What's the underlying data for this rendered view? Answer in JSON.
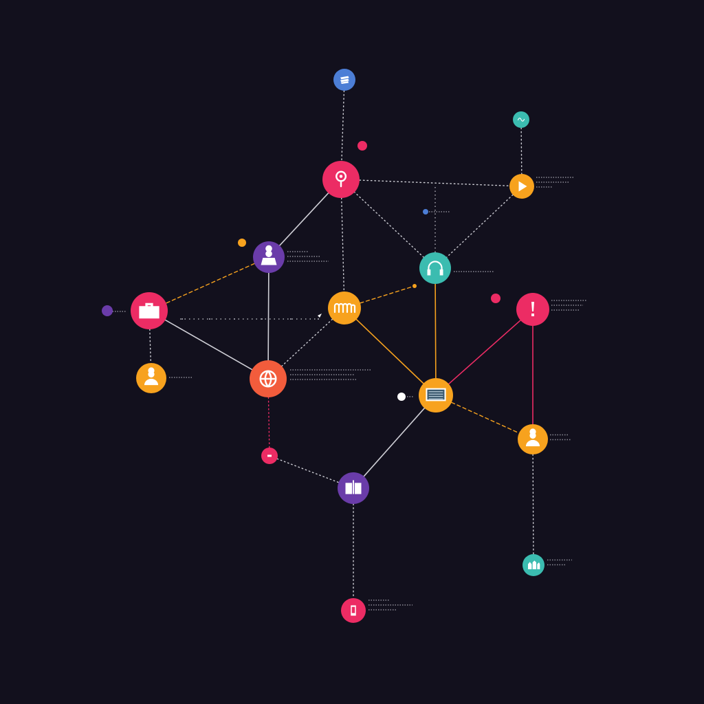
{
  "canvas": {
    "background": "#12101d"
  },
  "palette": {
    "pink": "#ec2c64",
    "orange": "#f7a21e",
    "purple": "#6a3ca9",
    "teal": "#3bbcb0",
    "red_orange": "#f25c3c",
    "blue": "#4c7ed6",
    "white": "#ffffff",
    "line_gray": "#cfcfd6",
    "label_gray": "#8b8b96"
  },
  "nodes": [
    {
      "id": "top-blue",
      "name": "stack-node",
      "icon": "stack-icon",
      "color": "blue"
    },
    {
      "id": "top-pink",
      "name": "pin-node",
      "icon": "location-pin-icon",
      "color": "pink"
    },
    {
      "id": "teal-small",
      "name": "wave-node",
      "icon": "wave-icon",
      "color": "teal"
    },
    {
      "id": "play",
      "name": "play-node",
      "icon": "play-icon",
      "color": "orange"
    },
    {
      "id": "person-purple",
      "name": "user-node",
      "icon": "user-icon",
      "color": "purple"
    },
    {
      "id": "headset",
      "name": "headset-node",
      "icon": "headset-icon",
      "color": "teal"
    },
    {
      "id": "briefcase",
      "name": "briefcase-node",
      "icon": "briefcase-icon",
      "color": "pink"
    },
    {
      "id": "chain",
      "name": "chain-node",
      "icon": "chain-icon",
      "color": "orange"
    },
    {
      "id": "alert",
      "name": "alert-node",
      "icon": "alert-icon",
      "color": "pink"
    },
    {
      "id": "person-orange",
      "name": "person-node",
      "icon": "person-icon",
      "color": "orange"
    },
    {
      "id": "globe",
      "name": "globe-node",
      "icon": "globe-icon",
      "color": "red_orange"
    },
    {
      "id": "monitor",
      "name": "monitor-node",
      "icon": "monitor-icon",
      "color": "orange"
    },
    {
      "id": "user-right",
      "name": "profile-node",
      "icon": "profile-icon",
      "color": "orange"
    },
    {
      "id": "card",
      "name": "card-node",
      "icon": "card-icon",
      "color": "pink"
    },
    {
      "id": "book",
      "name": "book-node",
      "icon": "book-icon",
      "color": "purple"
    },
    {
      "id": "chart-teal",
      "name": "chart-node",
      "icon": "bar-chart-icon",
      "color": "teal"
    },
    {
      "id": "phone",
      "name": "phone-node",
      "icon": "phone-icon",
      "color": "pink"
    }
  ],
  "dots": [
    {
      "id": "d1",
      "color": "pink"
    },
    {
      "id": "d2",
      "color": "orange"
    },
    {
      "id": "d3",
      "color": "purple"
    },
    {
      "id": "d4",
      "color": "blue"
    },
    {
      "id": "d5",
      "color": "pink"
    },
    {
      "id": "d6",
      "color": "white"
    },
    {
      "id": "d7",
      "color": "orange"
    }
  ],
  "edges": [
    {
      "from": "top-pink",
      "to": "person-purple",
      "style": "solid",
      "color": "line_gray"
    },
    {
      "from": "top-pink",
      "to": "chain",
      "style": "dotted",
      "color": "line_gray"
    },
    {
      "from": "top-blue",
      "to": "top-pink",
      "style": "dotted",
      "color": "line_gray"
    },
    {
      "from": "top-pink",
      "to": "play",
      "style": "dotted",
      "color": "line_gray"
    },
    {
      "from": "teal-small",
      "to": "play",
      "style": "dotted",
      "color": "line_gray"
    },
    {
      "from": "play",
      "to": "headset",
      "style": "dotted",
      "color": "line_gray"
    },
    {
      "from": "person-purple",
      "to": "briefcase",
      "style": "dashed",
      "color": "orange"
    },
    {
      "from": "person-purple",
      "to": "globe",
      "style": "solid",
      "color": "line_gray"
    },
    {
      "from": "briefcase",
      "to": "globe",
      "style": "solid",
      "color": "line_gray"
    },
    {
      "from": "briefcase",
      "to": "person-orange",
      "style": "dotted",
      "color": "line_gray"
    },
    {
      "from": "chain",
      "to": "monitor",
      "style": "solid",
      "color": "orange"
    },
    {
      "from": "headset",
      "to": "monitor",
      "style": "solid",
      "color": "orange"
    },
    {
      "from": "alert",
      "to": "monitor",
      "style": "solid",
      "color": "pink"
    },
    {
      "from": "alert",
      "to": "user-right",
      "style": "solid",
      "color": "pink"
    },
    {
      "from": "monitor",
      "to": "user-right",
      "style": "dashed",
      "color": "orange"
    },
    {
      "from": "monitor",
      "to": "book",
      "style": "solid",
      "color": "line_gray"
    },
    {
      "from": "globe",
      "to": "card",
      "style": "dotted",
      "color": "pink"
    },
    {
      "from": "card",
      "to": "book",
      "style": "dotted",
      "color": "line_gray"
    },
    {
      "from": "book",
      "to": "phone",
      "style": "dotted",
      "color": "line_gray"
    },
    {
      "from": "user-right",
      "to": "chart-teal",
      "style": "dotted",
      "color": "line_gray"
    },
    {
      "from": "chain",
      "to": "globe",
      "style": "dotted",
      "color": "line_gray"
    },
    {
      "from": "chain",
      "to": "d7",
      "style": "dashed",
      "color": "orange"
    },
    {
      "from": "headset",
      "to": "top-pink",
      "style": "dotted",
      "color": "line_gray"
    }
  ]
}
